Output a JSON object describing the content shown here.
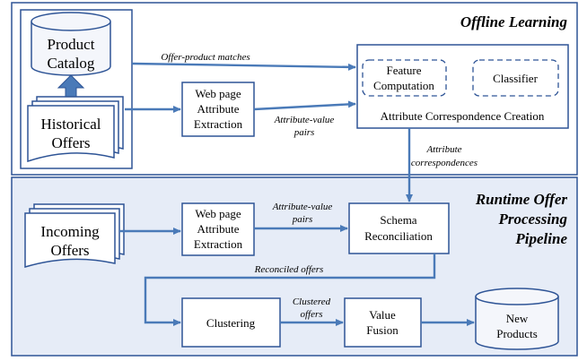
{
  "sections": {
    "offline": {
      "title": "Offline Learning"
    },
    "runtime": {
      "title_line1": "Runtime Offer",
      "title_line2": "Processing",
      "title_line3": "Pipeline"
    }
  },
  "nodes": {
    "product_catalog": {
      "line1": "Product",
      "line2": "Catalog"
    },
    "historical_offers": {
      "line1": "Historical",
      "line2": "Offers"
    },
    "wpae_offline": {
      "line1": "Web page",
      "line2": "Attribute",
      "line3": "Extraction"
    },
    "feature_computation": {
      "line1": "Feature",
      "line2": "Computation"
    },
    "classifier": {
      "label": "Classifier"
    },
    "acc": {
      "label": "Attribute Correspondence Creation"
    },
    "incoming_offers": {
      "line1": "Incoming",
      "line2": "Offers"
    },
    "wpae_runtime": {
      "line1": "Web page",
      "line2": "Attribute",
      "line3": "Extraction"
    },
    "schema_reconciliation": {
      "line1": "Schema",
      "line2": "Reconciliation"
    },
    "clustering": {
      "label": "Clustering"
    },
    "value_fusion": {
      "line1": "Value",
      "line2": "Fusion"
    },
    "new_products": {
      "line1": "New",
      "line2": "Products"
    }
  },
  "edges": {
    "offer_product_matches": "Offer-product matches",
    "av_pairs_offline": {
      "line1": "Attribute-value",
      "line2": "pairs"
    },
    "attribute_correspondences": {
      "line1": "Attribute",
      "line2": "correspondences"
    },
    "av_pairs_runtime": {
      "line1": "Attribute-value",
      "line2": "pairs"
    },
    "reconciled_offers": "Reconciled offers",
    "clustered_offers": {
      "line1": "Clustered",
      "line2": "offers"
    }
  },
  "colors": {
    "arrow": "#4a7ab8",
    "box_border": "#2e5496",
    "runtime_bg": "#e6ecf7",
    "cylinder_bg": "#f4f6fb"
  }
}
